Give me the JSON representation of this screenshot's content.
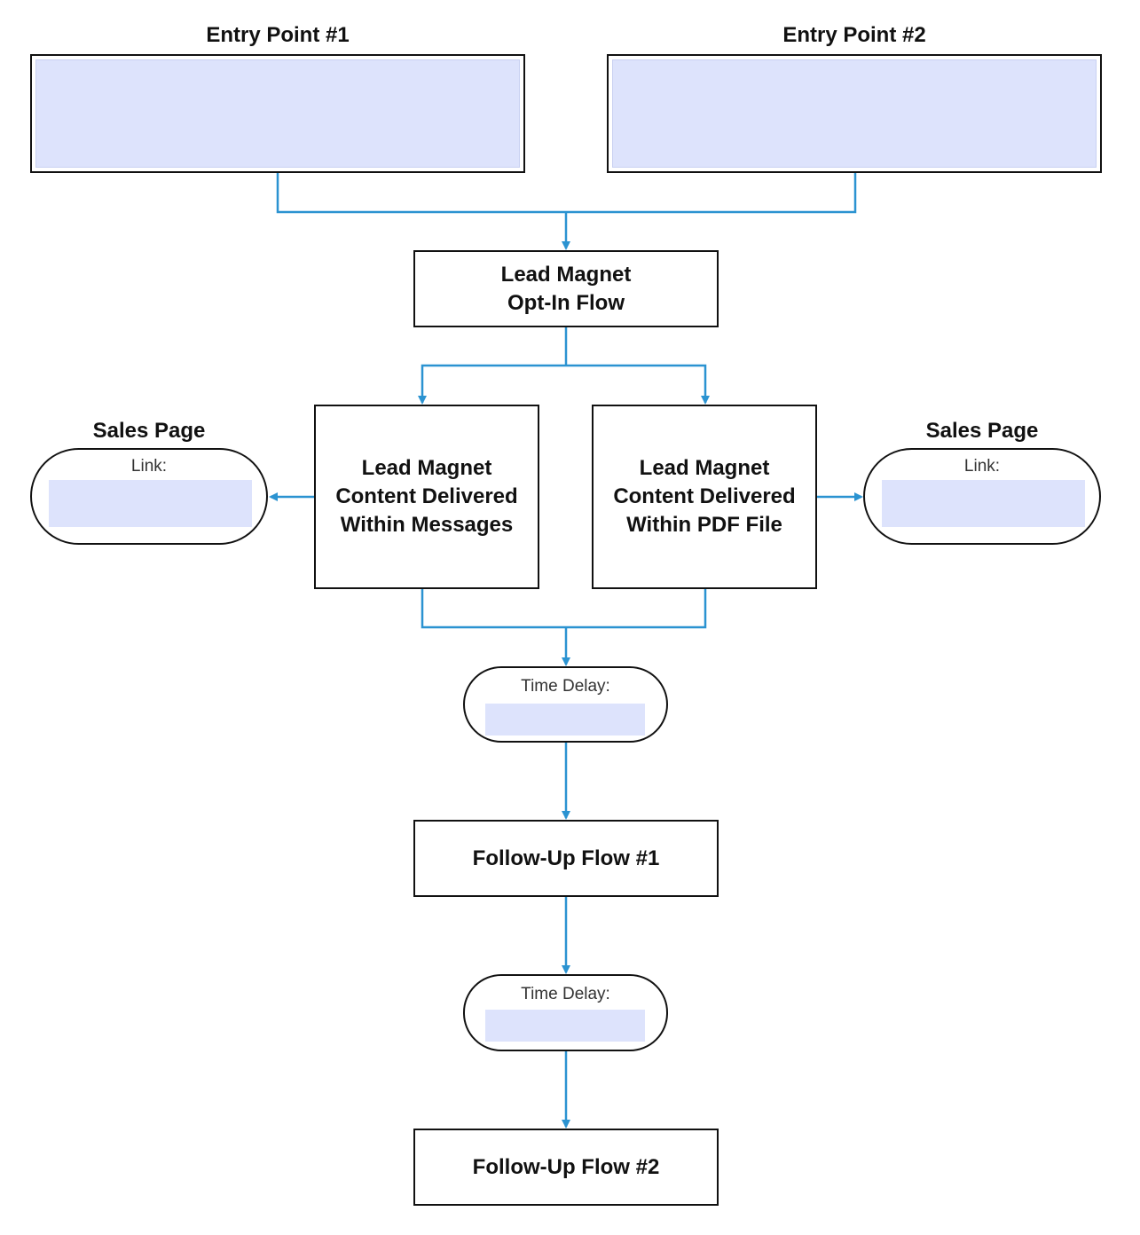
{
  "entry_points": [
    {
      "label": "Entry Point #1"
    },
    {
      "label": "Entry Point #2"
    }
  ],
  "opt_in": {
    "line1": "Lead Magnet",
    "line2": "Opt-In Flow"
  },
  "content_messages": {
    "line1": "Lead Magnet",
    "line2": "Content Delivered",
    "line3": "Within Messages"
  },
  "content_pdf": {
    "line1": "Lead Magnet",
    "line2": "Content Delivered",
    "line3": "Within PDF File"
  },
  "sales_pages": [
    {
      "title": "Sales Page",
      "caption": "Link:"
    },
    {
      "title": "Sales Page",
      "caption": "Link:"
    }
  ],
  "time_delays": [
    {
      "caption": "Time Delay:"
    },
    {
      "caption": "Time Delay:"
    }
  ],
  "follow_up_1": {
    "label": "Follow-Up Flow #1"
  },
  "follow_up_2": {
    "label": "Follow-Up Flow #2"
  },
  "colors": {
    "connector": "#2b93d1",
    "placeholder_fill": "#dde3fc",
    "border": "#111111"
  }
}
